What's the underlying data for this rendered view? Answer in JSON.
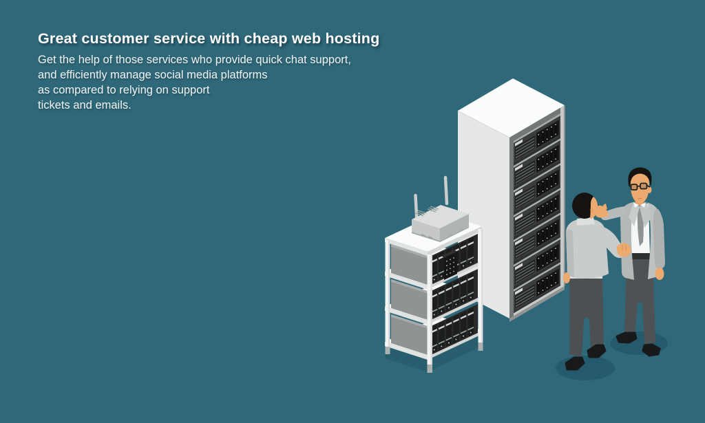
{
  "hero": {
    "title": "Great customer service with cheap web hosting",
    "lines": [
      "Get the help of those services who provide quick chat support,",
      "and efficiently manage social media platforms",
      "as compared to relying on support",
      "tickets and emails."
    ]
  },
  "illustration": {
    "alt": "Support agent talking with a customer beside a tall server rack and a shelf rack topped by a wifi router",
    "colors": {
      "background": "#2F6879",
      "floor_shadow": "#255A6C",
      "rack_white": "#FBFCFC",
      "rack_side_gray": "#E6E7E7",
      "rack_frame_gray": "#C7C9C9",
      "server_panel_dark": "#2F3131",
      "server_bay_black": "#161717",
      "router_gray": "#DBDEDD",
      "skin": "#EDAA6E",
      "hair": "#171310",
      "jacket_gray": "#B7BBBA",
      "sweater_gray": "#C8CCCB",
      "shirt_white": "#F5F6F6",
      "tie_gray": "#8E9291",
      "pants_gray": "#4C5052",
      "shoes_black": "#17191A"
    }
  }
}
